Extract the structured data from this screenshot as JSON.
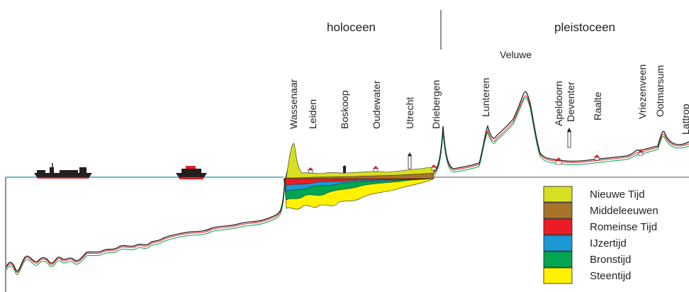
{
  "periods": {
    "holocene": "holoceen",
    "pleistocene": "pleistoceen"
  },
  "places": [
    "Wassenaar",
    "Leiden",
    "Boskoop",
    "Oudewater",
    "Utrecht",
    "Driebergen",
    "Lunteren",
    "Veluwe",
    "Apeldoorn",
    "Deventer",
    "Raalte",
    "Vriezenveen",
    "Ootmarsum",
    "Lattrop"
  ],
  "legend": [
    {
      "label": "Nieuwe Tijd",
      "color": "#d7df23"
    },
    {
      "label": "Middeleeuwen",
      "color": "#a8742a"
    },
    {
      "label": "Romeinse Tijd",
      "color": "#ed1c24"
    },
    {
      "label": "IJzertijd",
      "color": "#1c9ad6"
    },
    {
      "label": "Bronstijd",
      "color": "#00a651"
    },
    {
      "label": "Steentijd",
      "color": "#fff200"
    }
  ],
  "colors": {
    "sea_line": "#3aa7a4",
    "outline": "#231f20",
    "ship_red": "#ed1c24"
  },
  "icons": [
    "cargo-ship-icon",
    "ferry-icon",
    "house-icon",
    "lighthouse-icon",
    "church-tower-icon"
  ]
}
